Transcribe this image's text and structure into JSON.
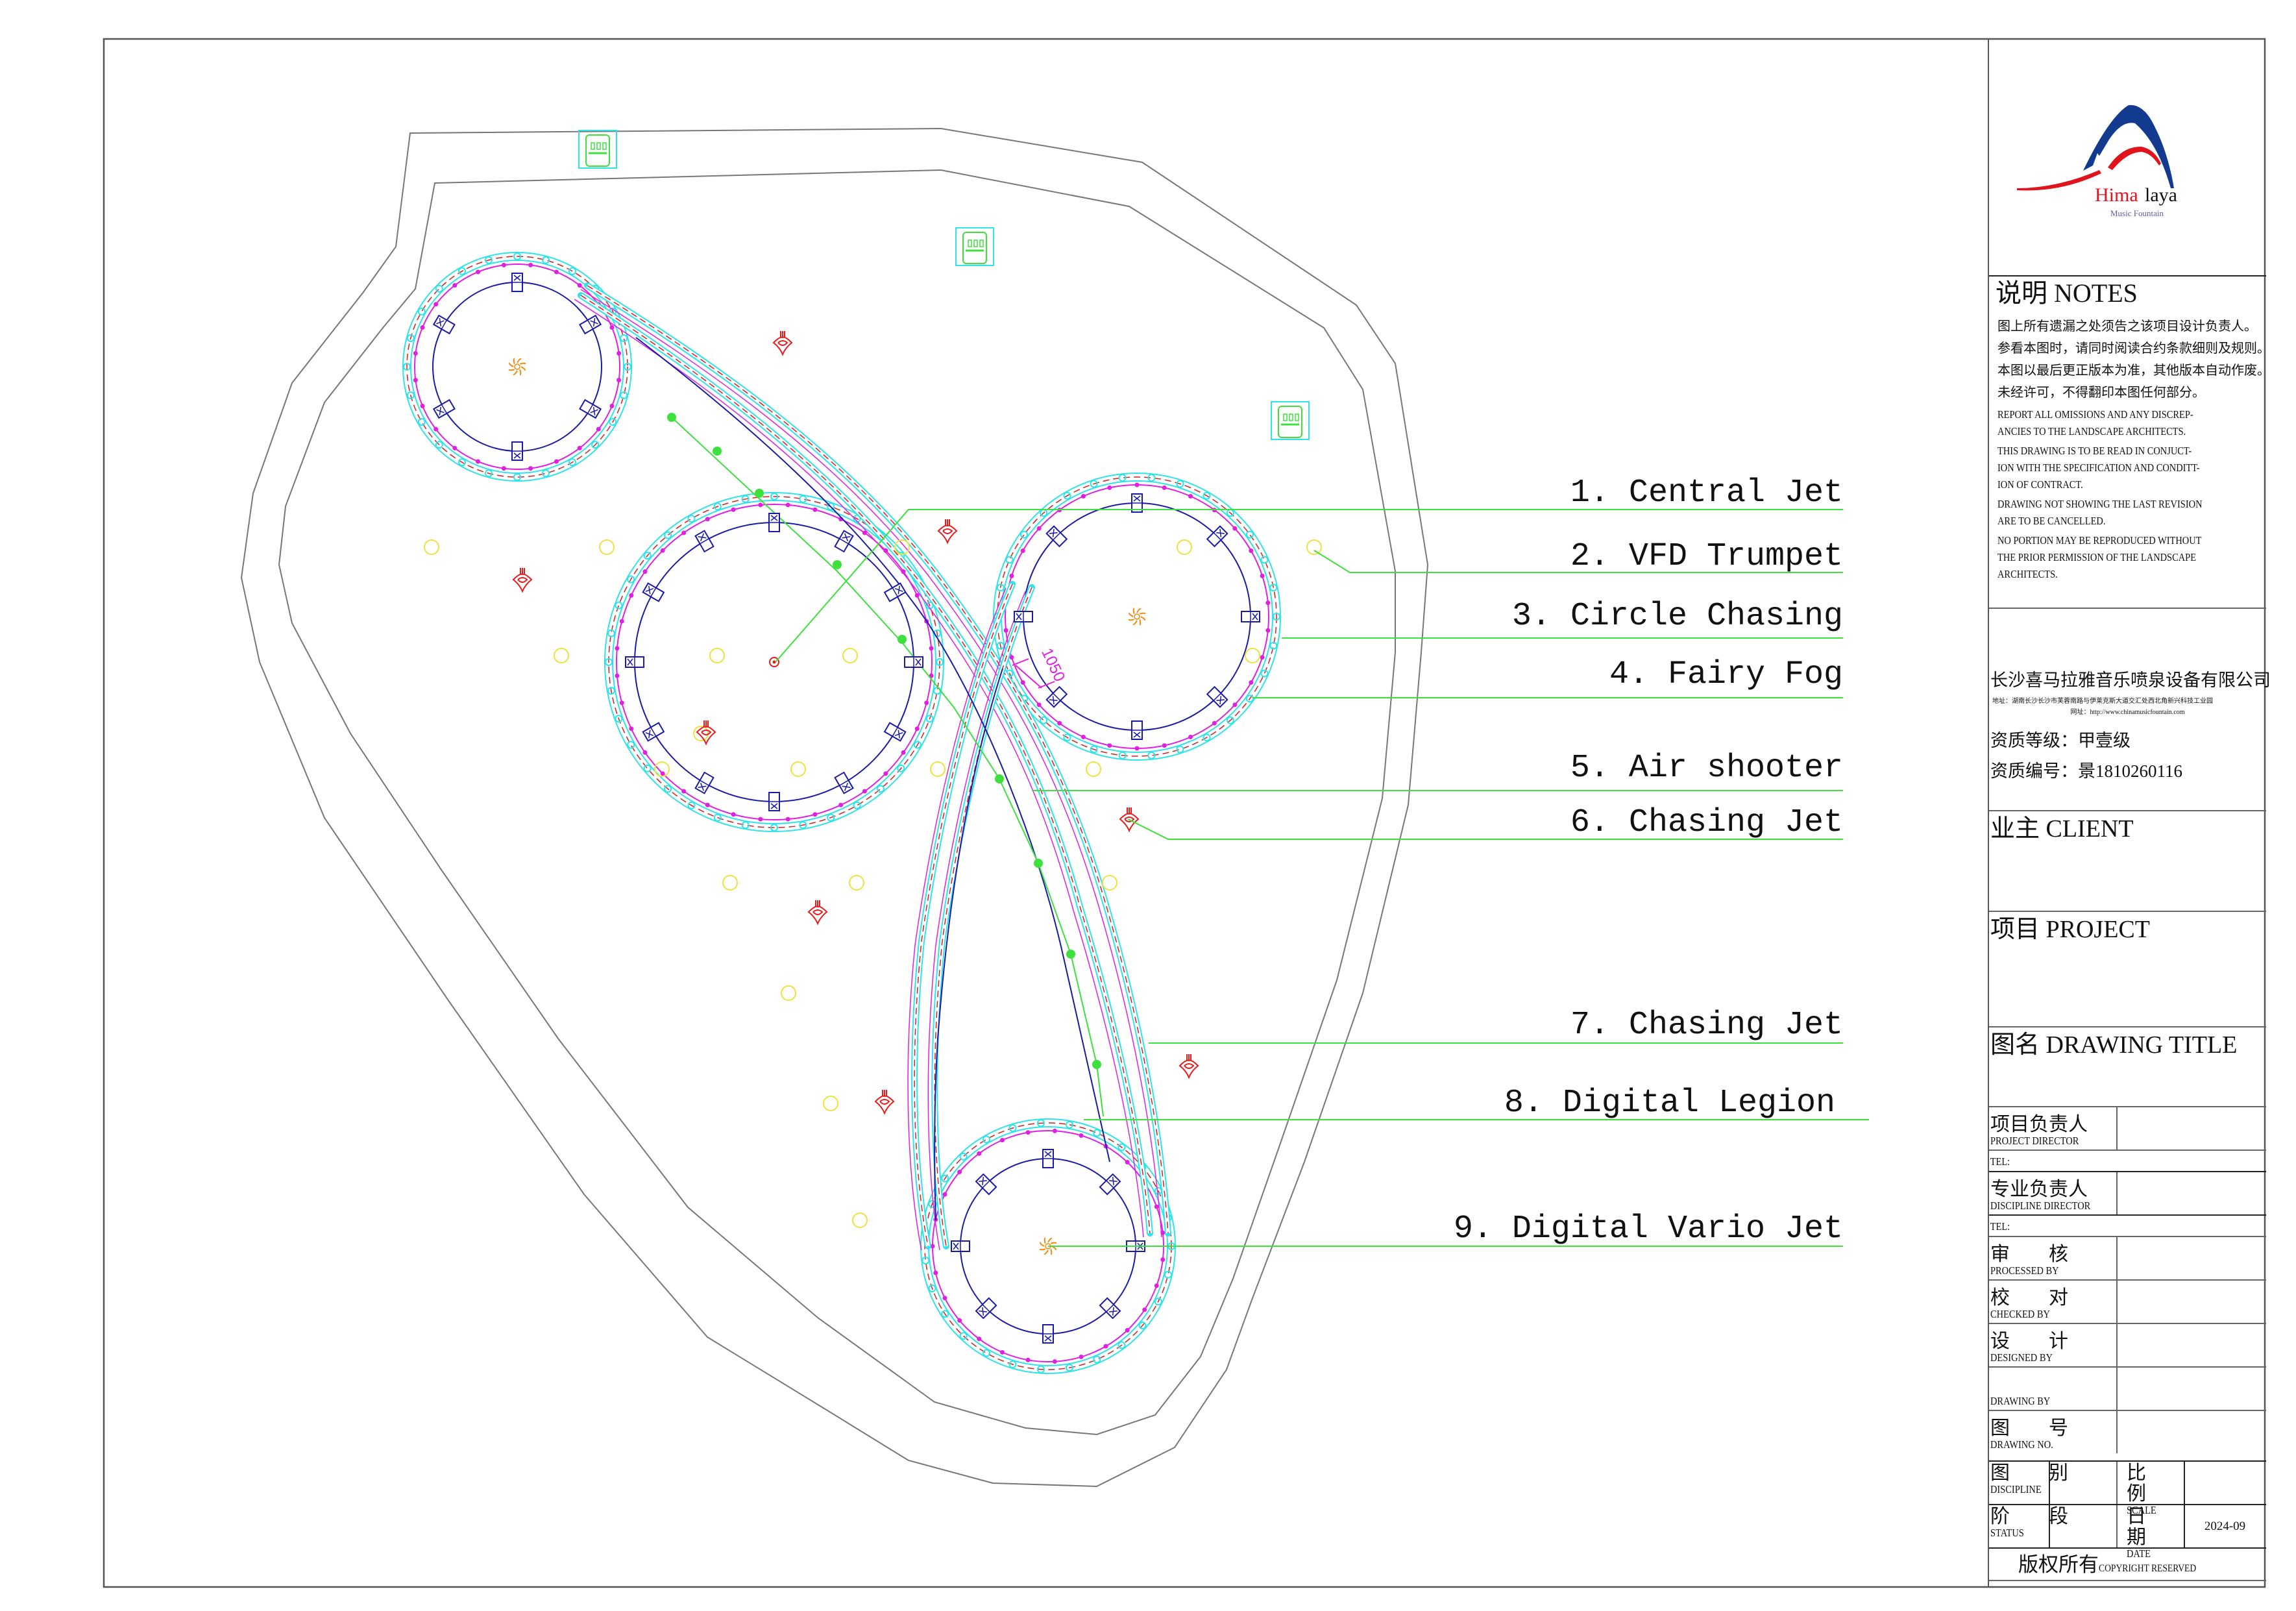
{
  "drawing": {
    "dimension_label": "1050",
    "legend": [
      {
        "number": "1.",
        "name": "Central Jet"
      },
      {
        "number": "2.",
        "name": "VFD Trumpet"
      },
      {
        "number": "3.",
        "name": "Circle Chasing"
      },
      {
        "number": "4.",
        "name": "Fairy Fog"
      },
      {
        "number": "5.",
        "name": "Air shooter"
      },
      {
        "number": "6.",
        "name": "Chasing Jet"
      },
      {
        "number": "7.",
        "name": "Chasing Jet"
      },
      {
        "number": "8.",
        "name": "Digital Legion"
      },
      {
        "number": "9.",
        "name": "Digital Vario Jet"
      }
    ],
    "legend_full": [
      "1. Central Jet",
      "2. VFD Trumpet",
      "3. Circle Chasing",
      "4. Fairy Fog",
      "5. Air shooter",
      "6. Chasing Jet",
      "7. Chasing Jet",
      "8. Digital Legion",
      "9. Digital Vario Jet"
    ],
    "colors": {
      "outline": "#777777",
      "leader": "#3ee03e",
      "ring_cyan": "#2fe3e8",
      "ring_magenta": "#e020e0",
      "ring_red_dash": "#d02020",
      "inner_blue": "#1a1aa8",
      "trumpet_red": "#e81a1a",
      "fog_yellow": "#f0e040",
      "central_orange": "#f08a10"
    }
  },
  "title_block": {
    "logo": {
      "word_red": "Hima",
      "word_black": "laya",
      "subtitle": "Music Fountain",
      "colors": {
        "blue": "#123a8f",
        "red": "#e0141c"
      }
    },
    "notes": {
      "heading": "说明 NOTES",
      "cn_lines": [
        "图上所有遗漏之处须告之该项目设计负责人。",
        "参看本图时，请同时阅读合约条款细则及规则。",
        "本图以最后更正版本为准，其他版本自动作废。",
        "未经许可，不得翻印本图任何部分。"
      ],
      "en_paragraphs": [
        [
          "REPORT ALL OMISSIONS AND ANY DISCREP-",
          "ANCIES TO THE LANDSCAPE ARCHITECTS."
        ],
        [
          "THIS DRAWING IS TO BE READ IN CONJUCT-",
          "ION WITH THE SPECIFICATION AND CONDITT-",
          "ION OF CONTRACT."
        ],
        [
          "DRAWING NOT SHOWING THE LAST REVISION",
          "ARE TO BE CANCELLED."
        ],
        [
          "NO PORTION MAY BE REPRODUCED WITHOUT",
          "THE PRIOR PERMISSION OF THE LANDSCAPE",
          "ARCHITECTS."
        ]
      ]
    },
    "company": {
      "name": "长沙喜马拉雅音乐喷泉设备有限公司",
      "address": "地址：湖南长沙长沙市芙蓉南路与伊莱克斯大道交汇处西北角新兴科技工业园",
      "website": "网址：http://www.chinamusicfountain.com",
      "qualification_grade": "资质等级：甲壹级",
      "qualification_number": "资质编号：景1810260116"
    },
    "client_label": "业主 CLIENT",
    "project_label": "项目 PROJECT",
    "drawing_title_label": "图名 DRAWING TITLE",
    "signoffs": [
      {
        "cn": "项目负责人",
        "en": "PROJECT DIRECTOR",
        "value": ""
      },
      {
        "cn": "专业负责人",
        "en": "DISCIPLINE DIRECTOR",
        "value": ""
      },
      {
        "cn": "审　　核",
        "en": "PROCESSED BY",
        "value": ""
      },
      {
        "cn": "校　　对",
        "en": "CHECKED BY",
        "value": ""
      },
      {
        "cn": "设　　计",
        "en": "DESIGNED BY",
        "value": ""
      },
      {
        "cn": "",
        "en": "DRAWING BY",
        "value": ""
      },
      {
        "cn": "图　　号",
        "en": "DRAWING NO.",
        "value": ""
      }
    ],
    "tel_label": "TEL:",
    "discipline": {
      "cn": "图　　别",
      "en": "DISCIPLINE",
      "value": ""
    },
    "scale": {
      "cn": "比　　例",
      "en": "SCALE",
      "value": ""
    },
    "status": {
      "cn": "阶　　段",
      "en": "STATUS",
      "value": ""
    },
    "date": {
      "cn": "日　　期",
      "en": "DATE",
      "value": "2024-09"
    },
    "copyright_cn": "版权所有",
    "copyright_en": "COPYRIGHT RESERVED"
  }
}
